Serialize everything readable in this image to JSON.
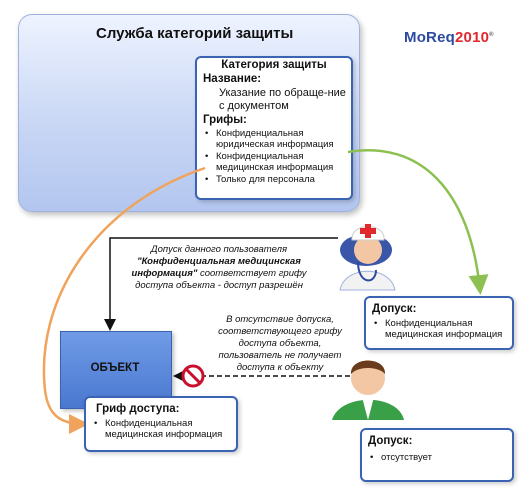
{
  "service": {
    "title": "Служба категорий защиты"
  },
  "logo": {
    "text_part1": "MoReq",
    "text_part2": "2010",
    "mark": "®"
  },
  "category": {
    "title": "Категория защиты",
    "name_label": "Название:",
    "name_value": "Указание по обраще-ние с документом",
    "grif_label": "Грифы:",
    "grifs": [
      "Конфиденциальная юридическая информация",
      "Конфиденциальная медицинская информация",
      "Только для персонала"
    ]
  },
  "note_allowed": {
    "line1": "Допуск данного пользователя",
    "line2_bold": "\"Конфиденциальная медицинская информация\"",
    "line3": "соответствует грифу доступа объекта - доступ разрешён"
  },
  "note_denied": {
    "text": "В отсутствие допуска, соответствующего грифу доступа объекта, пользователь не получает доступа к объекту"
  },
  "user1_access": {
    "title": "Допуск:",
    "items": [
      "Конфиденциальная медицинская информация"
    ]
  },
  "user2_access": {
    "title": "Допуск:",
    "items": [
      "отсутствует"
    ]
  },
  "object": {
    "title": "ОБЪЕКТ",
    "grif_title": "Гриф доступа:",
    "grif_items": [
      "Конфиденциальная медицинская информация"
    ]
  },
  "colors": {
    "panel_border": "#9fb2de",
    "box_border": "#3b63b3",
    "object_fill": "#5b87dc",
    "arrow_orange": "#f0a35c",
    "arrow_green": "#8cc152",
    "no_entry": "#c8102e"
  },
  "icons": {
    "doctor": "doctor-icon",
    "user": "user-icon",
    "denied": "no-entry-icon"
  }
}
